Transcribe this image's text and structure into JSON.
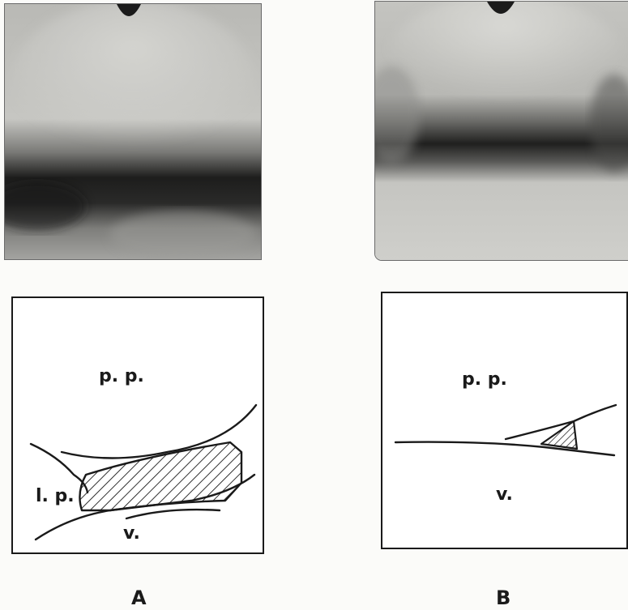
{
  "figure": {
    "panel_a": {
      "letter": "A",
      "labels": {
        "pp": "p. p.",
        "lp": "l. p.",
        "v": "v."
      }
    },
    "panel_b": {
      "letter": "B",
      "labels": {
        "pp": "p. p.",
        "v": "v."
      }
    }
  }
}
